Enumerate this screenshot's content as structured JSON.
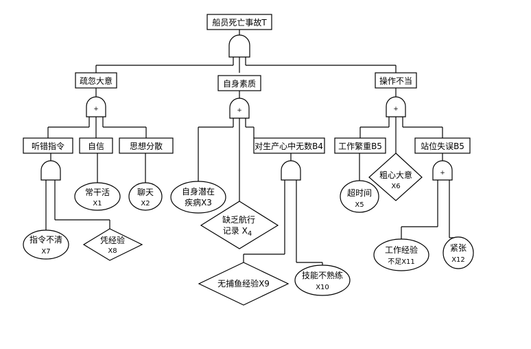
{
  "top_event": "船员死亡事故T",
  "intermediate": {
    "shuhu": "疏忽大意",
    "zishen": "自身素质",
    "caozuo": "操作不当",
    "tingcuo": "听错指令",
    "zixin": "自信",
    "sixiang": "思想分散",
    "duishengchan": "对生产心中无数B4",
    "gongzuo": "工作繁重B5",
    "zhanwei": "站位失误B5"
  },
  "basic_events": {
    "x1": {
      "line1": "常干活",
      "line2": "X1"
    },
    "x2": {
      "line1": "聊天",
      "line2": "X2"
    },
    "x3": {
      "line1": "自身潜在",
      "line2": "疾病X3"
    },
    "x4": {
      "line1": "缺乏航行",
      "line2": "记录 X",
      "sub": "4"
    },
    "x5": {
      "line1": "超时间",
      "line2": "X5"
    },
    "x6": {
      "line1": "粗心大意",
      "line2": "X6"
    },
    "x7": {
      "line1": "指令不清",
      "line2": "X7"
    },
    "x8": {
      "line1": "凭经验",
      "line2": "X8"
    },
    "x9": {
      "line1": "无捕鱼经验X9"
    },
    "x10": {
      "line1": "技能不熟练",
      "line2": "X10"
    },
    "x11": {
      "line1": "工作经验",
      "line2": "不足X11"
    },
    "x12": {
      "line1": "紧张",
      "line2": "X12"
    }
  },
  "gate_symbols": {
    "g_shuhu": "+",
    "g_zishen": "+",
    "g_caozuo": "+",
    "g_zhanwei": "+"
  }
}
